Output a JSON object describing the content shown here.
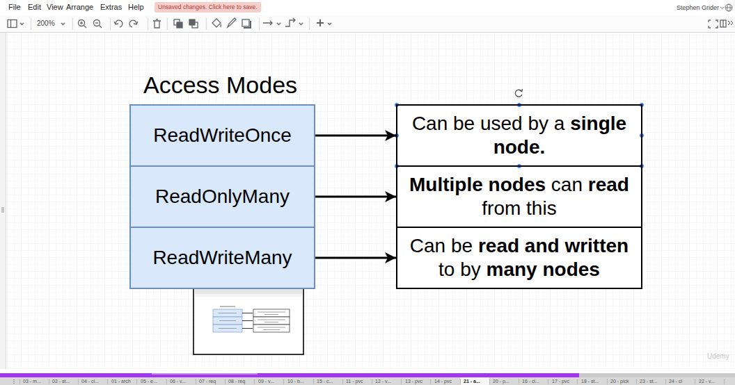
{
  "diagram": {
    "title": "Access Modes",
    "nodes": [
      {
        "text": [
          "ReadWriteOnce"
        ]
      },
      {
        "text": [
          "Can be used by a single node."
        ]
      },
      {
        "text": [
          "ReadOnlyMany"
        ]
      },
      {
        "text": [
          "Multiple nodes can read from this"
        ]
      },
      {
        "text": [
          "ReadWriteMany"
        ]
      },
      {
        "text": [
          "Can be read and written to by many nodes"
        ]
      }
    ],
    "edges": [
      {
        "from": 0,
        "to": 1,
        "arrow": "to"
      },
      {
        "from": 2,
        "to": 3,
        "arrow": "to"
      },
      {
        "from": 4,
        "to": 5,
        "arrow": "to"
      }
    ],
    "labels": [
      "File",
      "Edit",
      "View",
      "Arrange",
      "Extras",
      "Help",
      "Unsaved changes. Click here to save.",
      "200%",
      "Stephen Grider",
      "Udemy",
      "03 - m...",
      "02 - st...",
      "04 - cl...",
      "01 - arch",
      "05 - e...",
      "06 - v...",
      "07 - req",
      "08 - req",
      "09 - v...",
      "10 - b...",
      "15 - c...",
      "11 - pvc",
      "12 - v...",
      "13 - pvc",
      "14 - pvc",
      "21 - a...",
      "20 - p...",
      "16 - cl...",
      "17 - pvc",
      "18 - st...",
      "20 - pick",
      "23 - st...",
      "24 - cl",
      "22 - v..."
    ]
  }
}
